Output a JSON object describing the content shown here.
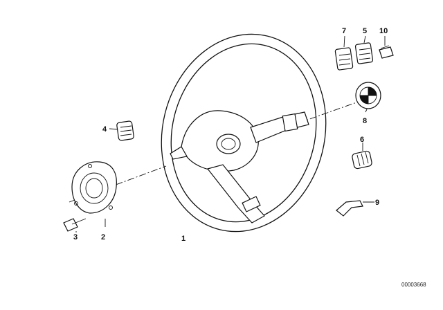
{
  "diagram": {
    "callouts": {
      "n1": "1",
      "n2": "2",
      "n3": "3",
      "n4": "4",
      "n5": "5",
      "n6": "6",
      "n7": "7",
      "n8": "8",
      "n9": "9",
      "n10": "10"
    },
    "reference_number": "00003668"
  }
}
